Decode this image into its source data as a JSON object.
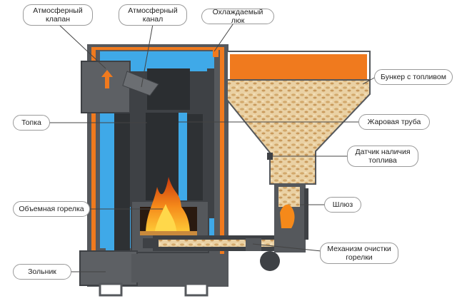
{
  "labels": {
    "atm_valve": "Атмосферный клапан",
    "atm_channel": "Атмосферный канал",
    "cooled_hatch": "Охлаждаемый люк",
    "fuel_bunker": "Бункер с топливом",
    "firebox": "Топка",
    "fire_tube": "Жаровая труба",
    "fuel_sensor": "Датчик наличия топлива",
    "sluice": "Шлюз",
    "burner": "Объемная горелка",
    "cleaning": "Механизм очистки горелки",
    "ash_box": "Зольник"
  },
  "colors": {
    "steel": "#55585c",
    "steel_dark": "#3e4145",
    "water": "#3fa9e8",
    "insulation": "#f07a1e",
    "pellets": "#e6c79a",
    "flame": "#f5a21f"
  }
}
